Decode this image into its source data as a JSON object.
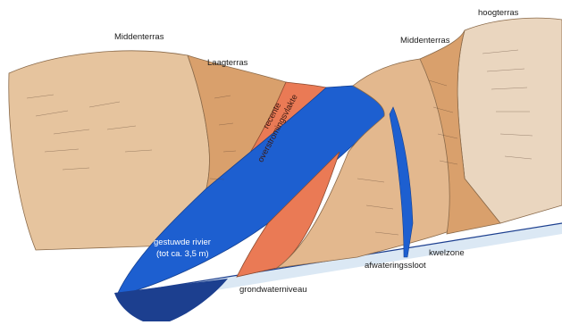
{
  "labels": {
    "hoogterras": "hoogterras",
    "middenterras_left": "Middenterras",
    "middenterras_right": "Middenterras",
    "laagterras": "Laagterras",
    "recente_line1": "recente",
    "recente_line2": "overstromingsvlakte",
    "rivier_line1": "gestuwde rivier",
    "rivier_line2": "(tot ca. 3,5 m)",
    "grondwaterniveau": "grondwaterniveau",
    "kwelzone": "kwelzone",
    "afwateringssloot": "afwateringssloot"
  },
  "colors": {
    "terrace_light": "#ead6bf",
    "terrace_mid": "#e3b88e",
    "terrace_tan": "#d9a06c",
    "floodplain": "#ea7a55",
    "river": "#1d5fd0",
    "groundwater": "#1c3f8f",
    "hatch": "#5a4030"
  }
}
